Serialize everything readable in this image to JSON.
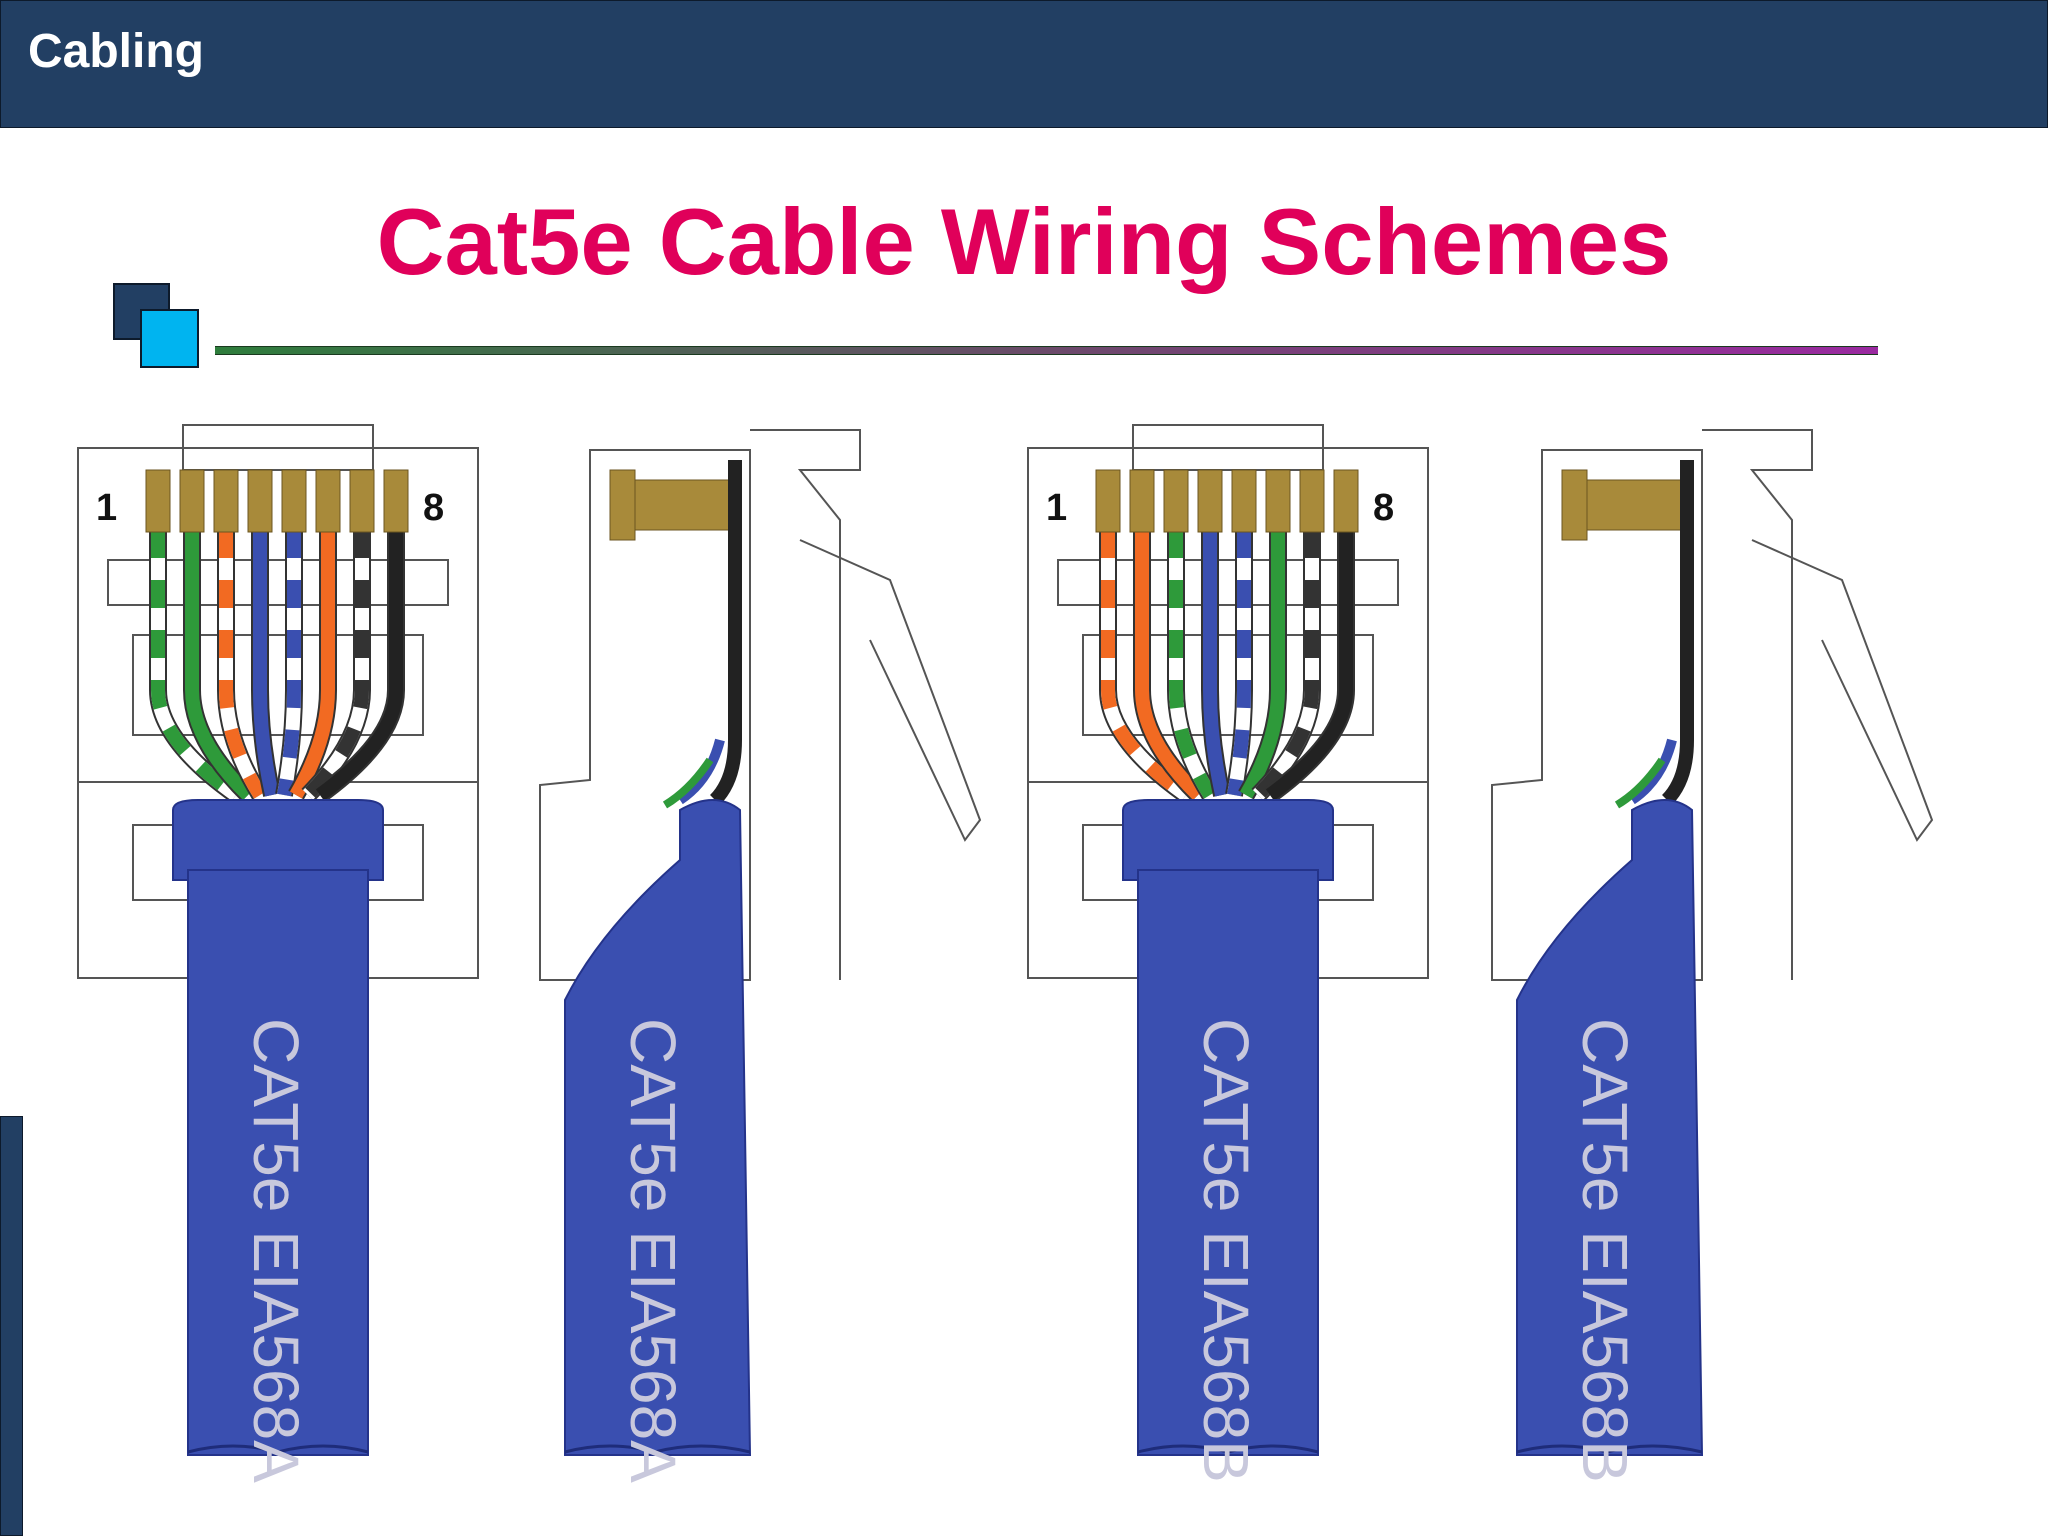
{
  "header": {
    "title": "Cabling"
  },
  "slide": {
    "title": "Cat5e Cable Wiring Schemes"
  },
  "diagram": {
    "pin_first": "1",
    "pin_last": "8",
    "cables": [
      {
        "label": "CAT5e EIA568A",
        "view": "front",
        "wires": [
          "#ffffff|#2e9a3a",
          "#2e9a3a",
          "#ffffff|#f26a22",
          "#3a4fb0",
          "#ffffff|#3a4fb0",
          "#f26a22",
          "#ffffff|#333333",
          "#222222"
        ]
      },
      {
        "label": "CAT5e EIA568A",
        "view": "side"
      },
      {
        "label": "CAT5e EIA568B",
        "view": "front",
        "wires": [
          "#ffffff|#f26a22",
          "#f26a22",
          "#ffffff|#2e9a3a",
          "#3a4fb0",
          "#ffffff|#3a4fb0",
          "#2e9a3a",
          "#ffffff|#333333",
          "#222222"
        ]
      },
      {
        "label": "CAT5e EIA568B",
        "view": "side"
      }
    ]
  },
  "colors": {
    "header_bg": "#223f63",
    "title": "#e0005a",
    "accent_light": "#00b4f0",
    "cable_jacket": "#3a4fb0",
    "contact_gold": "#a88a3a"
  }
}
